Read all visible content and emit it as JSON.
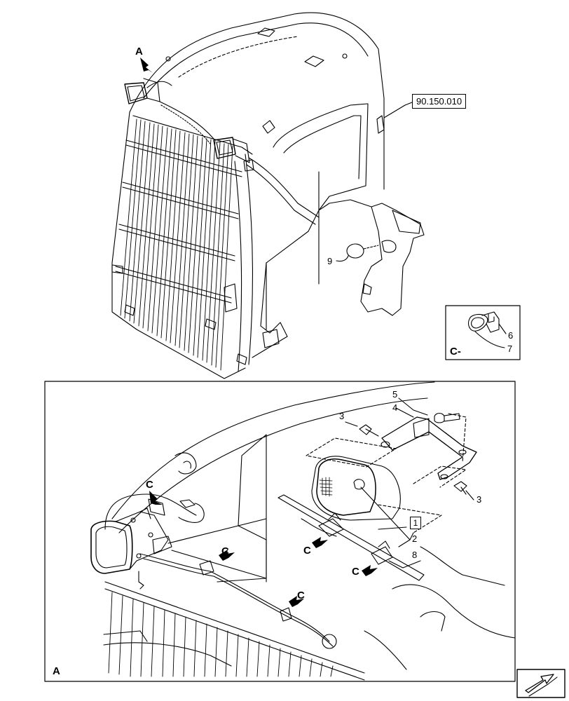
{
  "reference": "90.150.010",
  "view_letters": {
    "main_a": "A",
    "detail_a": "A",
    "c1": "C",
    "c2": "C",
    "c3": "C",
    "c4": "C",
    "c5": "C",
    "inset_c": "C-"
  },
  "callouts": {
    "n1": "1",
    "n2": "2",
    "n3a": "3",
    "n3b": "3",
    "n4": "4",
    "n5": "5",
    "n6": "6",
    "n7": "7",
    "n8": "8",
    "n9": "9"
  },
  "icons": {
    "view_arrow": "arrow-icon",
    "nav": "direction-arrow-icon"
  }
}
